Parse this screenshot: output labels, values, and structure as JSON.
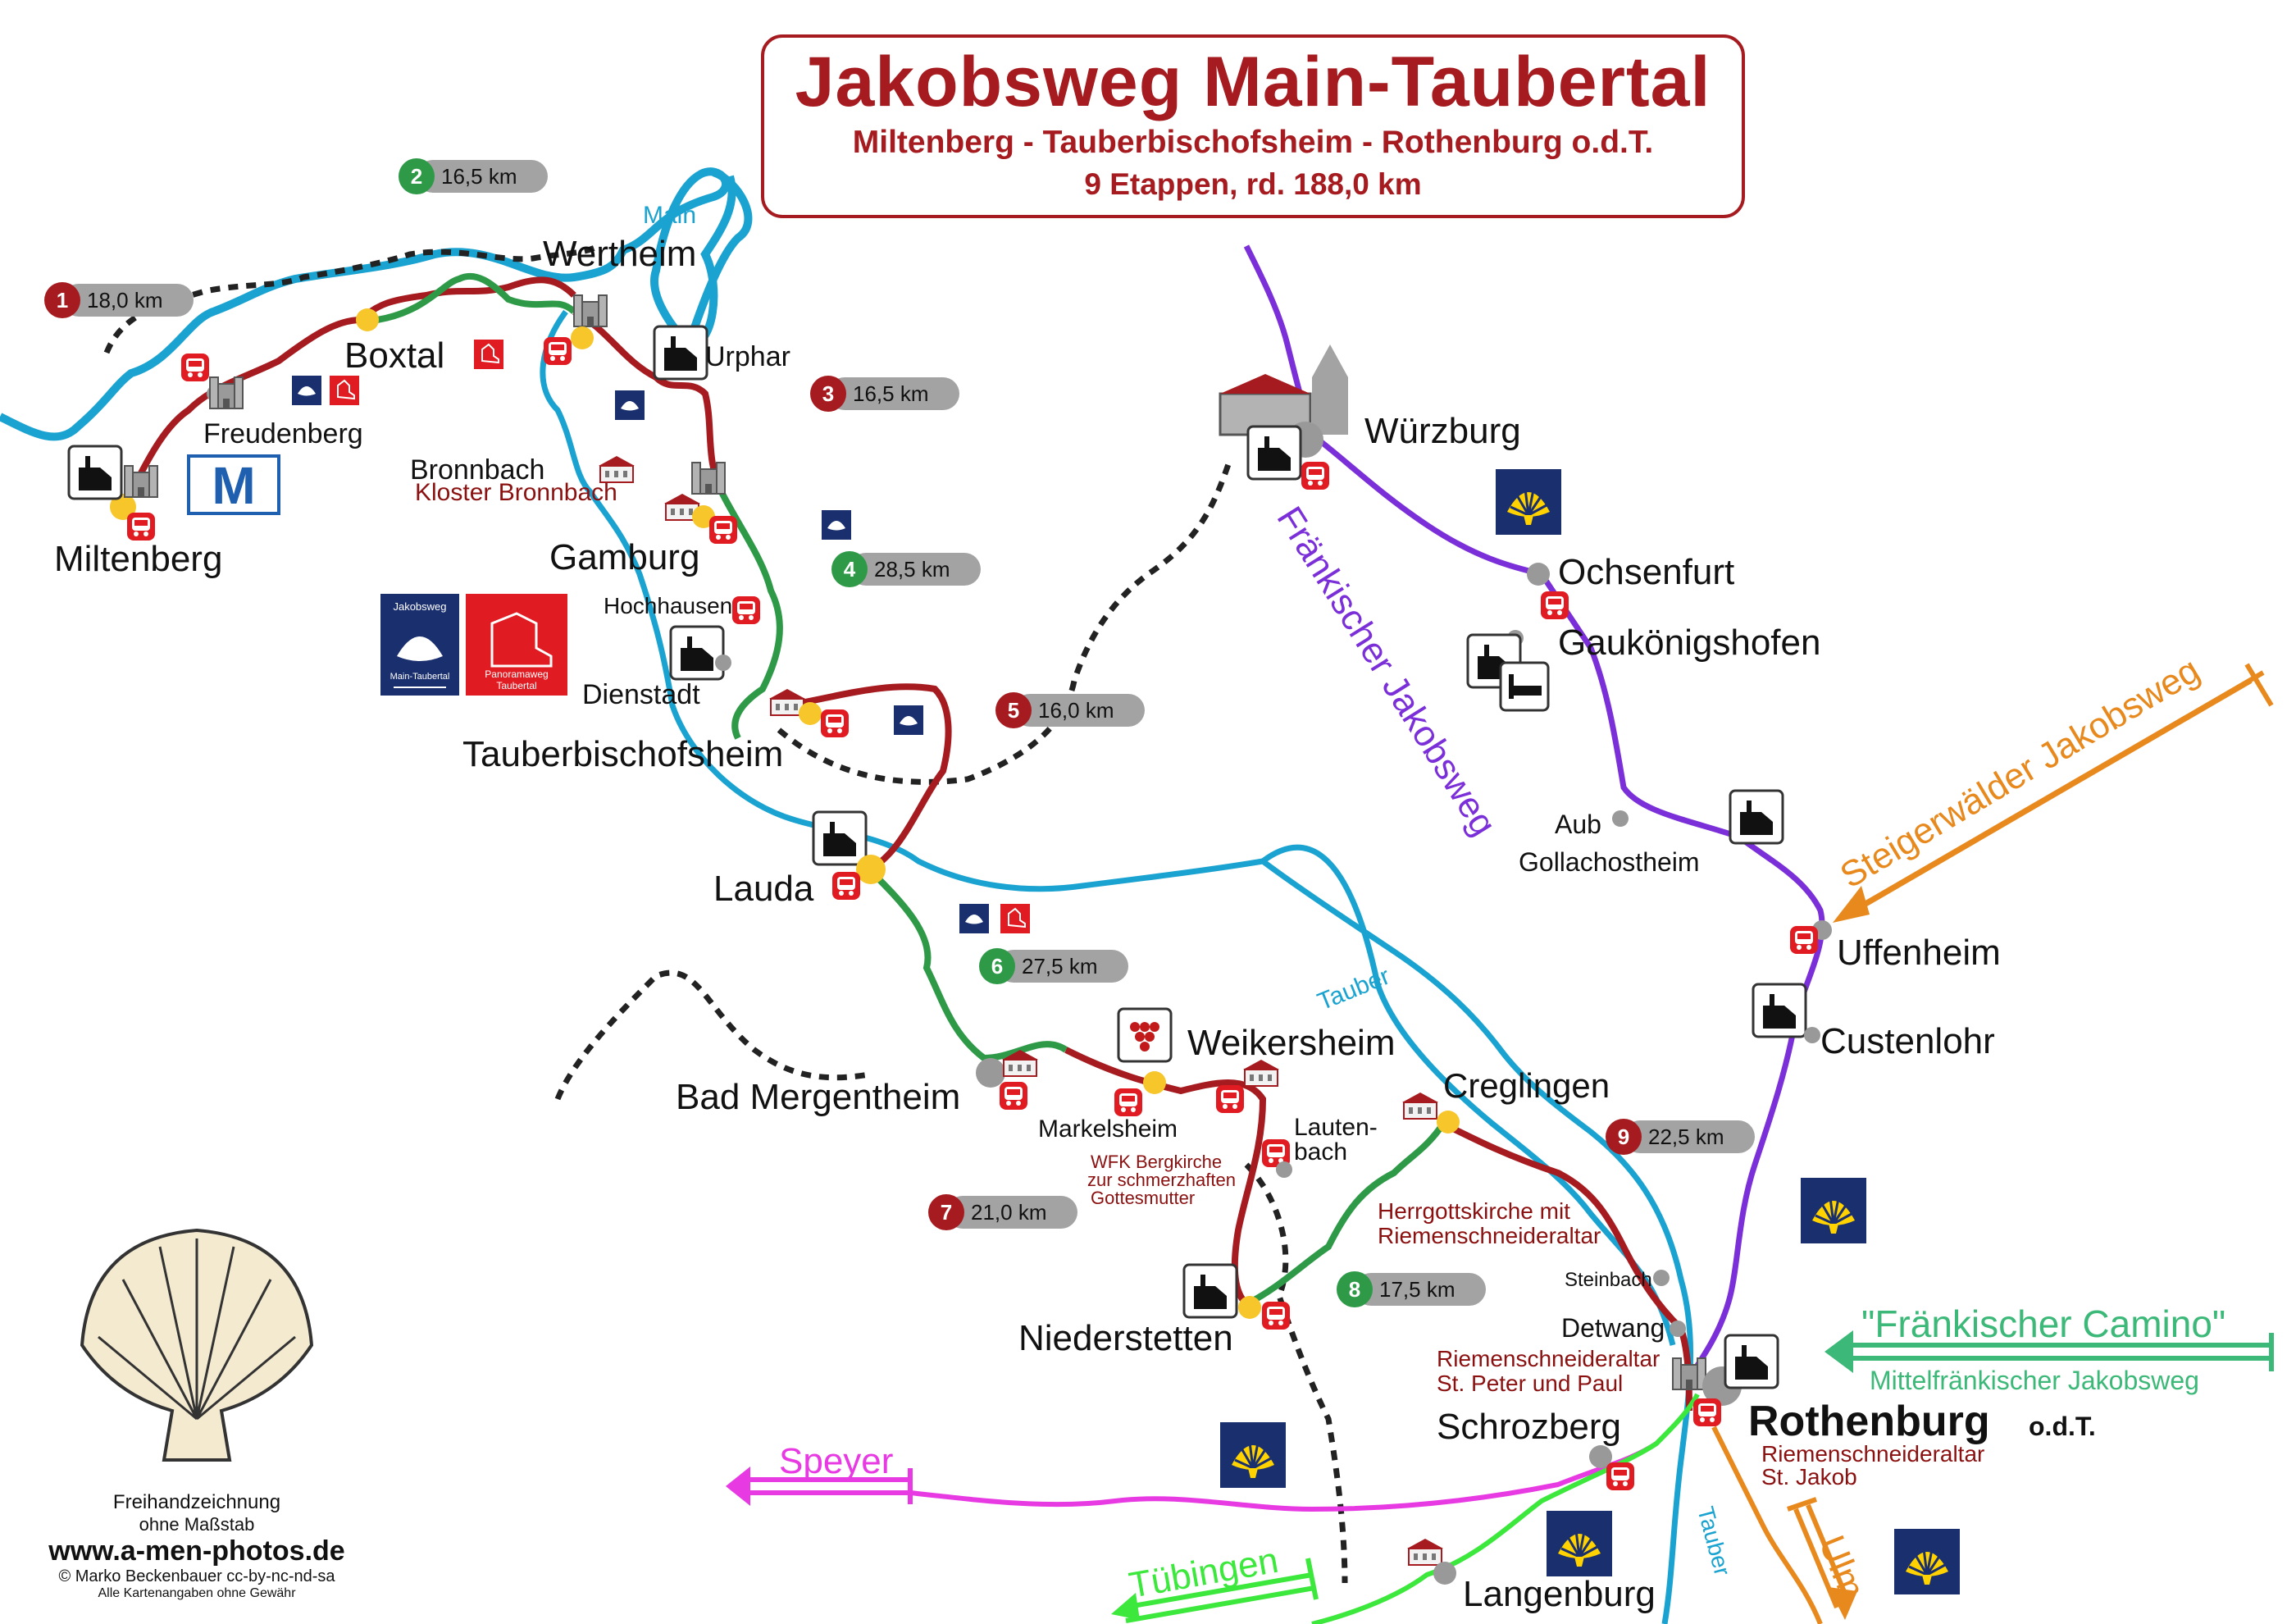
{
  "title": {
    "main": "Jakobsweg Main-Taubertal",
    "subtitle": "Miltenberg - Tauberbischofsheim - Rothenburg o.d.T.",
    "stages": "9 Etappen, rd. 188,0 km"
  },
  "stages": [
    {
      "num": "1",
      "dist": "18,0 km",
      "color": "#a61b1f"
    },
    {
      "num": "2",
      "dist": "16,5 km",
      "color": "#2e9a48"
    },
    {
      "num": "3",
      "dist": "16,5 km",
      "color": "#a61b1f"
    },
    {
      "num": "4",
      "dist": "28,5 km",
      "color": "#2e9a48"
    },
    {
      "num": "5",
      "dist": "16,0 km",
      "color": "#a61b1f"
    },
    {
      "num": "6",
      "dist": "27,5 km",
      "color": "#2e9a48"
    },
    {
      "num": "7",
      "dist": "21,0 km",
      "color": "#a61b1f"
    },
    {
      "num": "8",
      "dist": "17,5 km",
      "color": "#2e9a48"
    },
    {
      "num": "9",
      "dist": "22,5 km",
      "color": "#a61b1f"
    }
  ],
  "places": {
    "miltenberg": "Miltenberg",
    "freudenberg": "Freudenberg",
    "boxtal": "Boxtal",
    "wertheim": "Wertheim",
    "urphar": "Urphar",
    "bronnbach": "Bronnbach",
    "kloster_bronnbach": "Kloster Bronnbach",
    "gamburg": "Gamburg",
    "hochhausen": "Hochhausen",
    "dienstadt": "Dienstadt",
    "tauberbischofsheim": "Tauberbischofsheim",
    "lauda": "Lauda",
    "bad_mergentheim": "Bad Mergentheim",
    "markelsheim": "Markelsheim",
    "weikersheim": "Weikersheim",
    "lauten": "Lauten-",
    "bach": "bach",
    "creglingen": "Creglingen",
    "niederstetten": "Niederstetten",
    "steinbach": "Steinbach",
    "detwang": "Detwang",
    "rothenburg": "Rothenburg",
    "odt": "o.d.T.",
    "schrozberg": "Schrozberg",
    "langenburg": "Langenburg",
    "wuerzburg": "Würzburg",
    "ochsenfurt": "Ochsenfurt",
    "gaukoenigshofen": "Gaukönigshofen",
    "aub": "Aub",
    "gollachostheim": "Gollachostheim",
    "uffenheim": "Uffenheim",
    "custenlohr": "Custenlohr"
  },
  "notes": {
    "wfk1": "WFK Bergkirche",
    "wfk2": "zur schmerzhaften",
    "wfk3": "Gottesmutter",
    "herrgott1": "Herrgottskirche mit",
    "herrgott2": "Riemenschneideraltar",
    "detwang1": "Riemenschneideraltar",
    "detwang2": "St. Peter und Paul",
    "jakob1": "Riemenschneideraltar",
    "jakob2": "St. Jakob"
  },
  "rivers": {
    "main": "Main",
    "tauber": "Tauber"
  },
  "routes": {
    "fraenkischer": "Fränkischer Jakobsweg",
    "steigerwaelder": "Steigerwälder Jakobsweg",
    "camino": "\"Fränkischer Camino\"",
    "mittelfraenkischer": "Mittelfränkischer Jakobsweg",
    "speyer": "Speyer",
    "tuebingen": "Tübingen",
    "ulm": "Ulm"
  },
  "signs": {
    "jakobsweg_top": "Jakobsweg",
    "jakobsweg_bottom": "Main-Taubertal",
    "panorama_top": "Panoramaweg",
    "panorama_bottom": "Taubertal",
    "metro": "M"
  },
  "credits": {
    "line1": "Freihandzeichnung",
    "line2": "ohne Maßstab",
    "site": "www.a-men-photos.de",
    "copy": "© Marko Beckenbauer  cc-by-nc-nd-sa",
    "disclaimer": "Alle Kartenangaben ohne Gewähr"
  },
  "colors": {
    "river": "#1aa3d0",
    "stage_red": "#a61b1f",
    "stage_green": "#2e9a48",
    "fraenkisch": "#7b2fd8",
    "steigerwald": "#e8891e",
    "camino": "#3cb878",
    "speyer": "#e83ae3",
    "tuebingen": "#3ce83c",
    "ulm": "#e8891e",
    "sign_blue": "#1a2f6e",
    "sign_yellow": "#ffd200"
  },
  "icons": [
    "pilgrim-hostel-icon",
    "train-station-icon",
    "castle-icon",
    "church-icon",
    "scallop-shell-icon",
    "grapes-icon",
    "bed-icon",
    "metro-icon"
  ]
}
